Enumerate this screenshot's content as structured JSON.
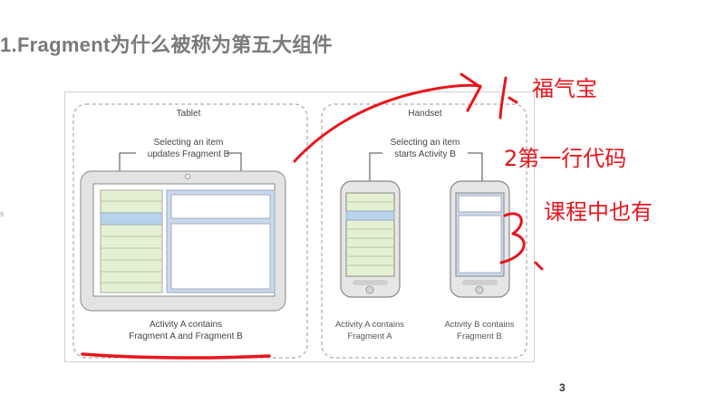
{
  "slide": {
    "title": "1.Fragment为什么被称为第五大组件",
    "side_number": "9",
    "page_number": "3"
  },
  "figure": {
    "tablet": {
      "label": "Tablet",
      "callout_line1": "Selecting an item",
      "callout_line2": "updates Fragment B",
      "caption_line1": "Activity A contains",
      "caption_line2": "Fragment A and Fragment B"
    },
    "handset": {
      "label": "Handset",
      "callout_line1": "Selecting an item",
      "callout_line2": "starts Activity B",
      "phone_a_caption_line1": "Activity A contains",
      "phone_a_caption_line2": "Fragment A",
      "phone_b_caption_line1": "Activity B contains",
      "phone_b_caption_line2": "Fragment B"
    }
  },
  "annotations": {
    "note_1": "福气宝",
    "note_2": "2第一行代码",
    "note_3": "课程中也有",
    "ink_color": "#e8151c"
  },
  "colors": {
    "fragment_a_fill": "#e4f0d2",
    "selected_row_fill": "#b9d3ec",
    "fragment_b_fill": "#c9d9ef",
    "device_frame": "#d9d9d9"
  }
}
